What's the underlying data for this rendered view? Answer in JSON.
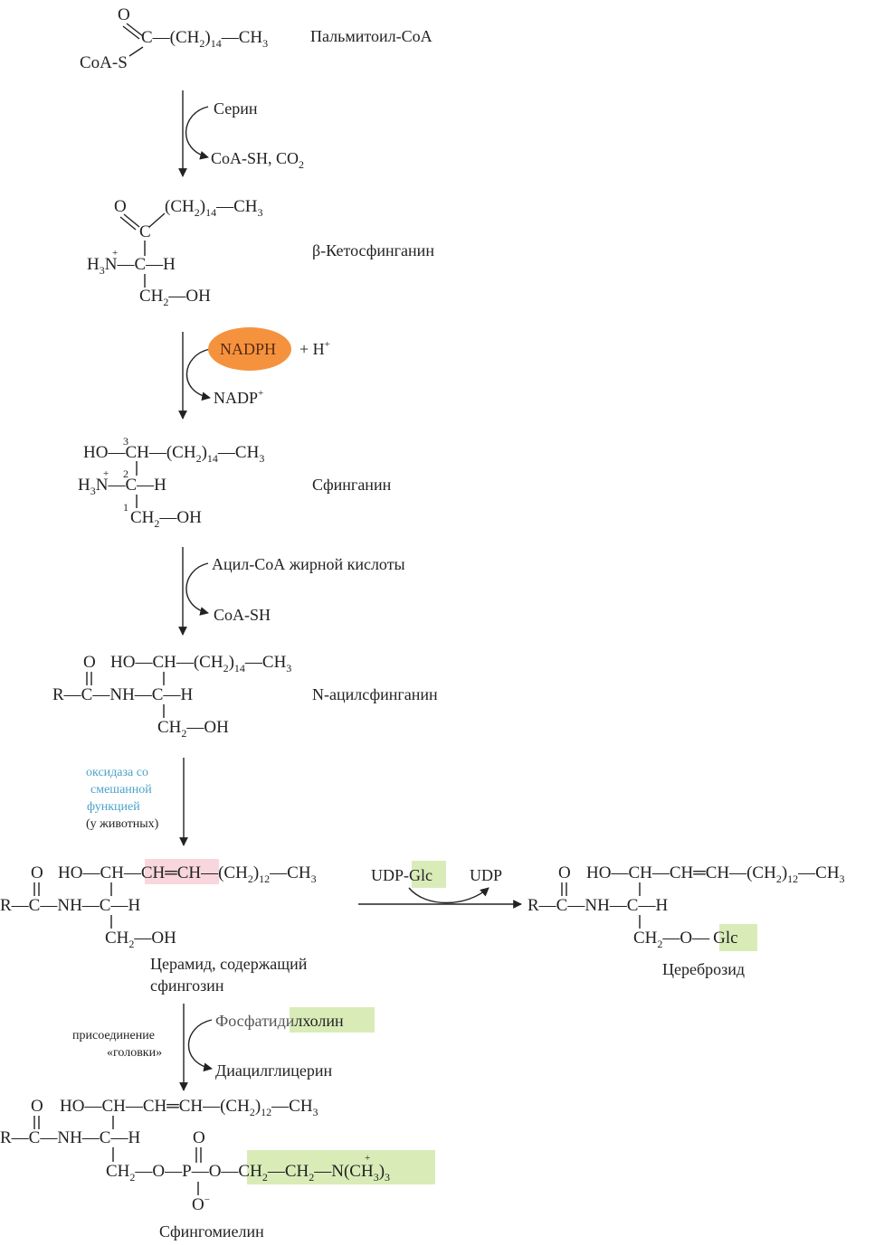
{
  "palmitoyl": {
    "o": "O",
    "c_chain": "C—(CH",
    "sub2": "2",
    "chain_close": ")",
    "n14": "14",
    "ch3_dash": "—CH",
    "sub3": "3",
    "coas": "CoA-S",
    "name": "Пальмитоил-СоА"
  },
  "step1": {
    "in": "Серин",
    "out_main": "CoA-SH, CO",
    "out_sub": "2"
  },
  "keto": {
    "o": "O",
    "chain_a": "(CH",
    "sub2": "2",
    "chain_b": ")",
    "n14": "14",
    "chain_c": "—CH",
    "sub3": "3",
    "c": "C",
    "h3": "H",
    "h3_sub": "3",
    "n": "N—",
    "plus": "+",
    "ch": "C—H",
    "ch2": "CH",
    "ch2_sub": "2",
    "oh": "—OH",
    "name": "β-Кетосфинганин"
  },
  "step2": {
    "cofactor": "NADPH",
    "h_plus_a": "+ H",
    "h_plus_b": "+",
    "out_a": "NADP",
    "out_b": "+"
  },
  "sphinganine": {
    "ho": "HO—",
    "ch": "CH—(CH",
    "sub2": "2",
    "close": ")",
    "n14": "14",
    "ch3": "—CH",
    "sub3": "3",
    "pos3": "3",
    "pos2": "2",
    "pos1": "1",
    "plus": "+",
    "h3": "H",
    "h3_sub": "3",
    "nch": "N—C—H",
    "ch2": "CH",
    "ch2_sub": "2",
    "oh": "—OH",
    "name": "Сфинганин"
  },
  "step3": {
    "in": "Ацил-СоА жирной кислоты",
    "out": "CoA-SH"
  },
  "acyl": {
    "o": "O",
    "ho": "HO—CH—(CH",
    "sub2": "2",
    "close": ")",
    "n14": "14",
    "ch3": "—CH",
    "sub3": "3",
    "row2": "R—C—NH—C—H",
    "ch2": "CH",
    "ch2_sub": "2",
    "oh": "—OH",
    "name": "N-ацилсфинганин"
  },
  "step4": {
    "enzyme_1": "оксидаза со",
    "enzyme_2": "смешанной",
    "enzyme_3": "функцией",
    "note": "(у животных)"
  },
  "ceramide": {
    "o": "O",
    "ho": "HO—CH—",
    "dbl": "CH═CH",
    "chain": "—(CH",
    "sub2": "2",
    "close": ")",
    "n12": "12",
    "ch3": "—CH",
    "sub3": "3",
    "row2": "R—C—NH—C—H",
    "ch2": "CH",
    "ch2_sub": "2",
    "oh": "—OH",
    "name_1": "Церамид, содержащий",
    "name_2": "сфингозин"
  },
  "step5": {
    "udp_glc_a": "UDP-",
    "udp_glc_b": "Glc",
    "udp": "UDP"
  },
  "cerebroside": {
    "o": "O",
    "row1": "HO—CH—CH═CH—(CH",
    "sub2": "2",
    "close": ")",
    "n12": "12",
    "ch3": "—CH",
    "sub3": "3",
    "row2": "R—C—NH—C—H",
    "ch2": "CH",
    "ch2_sub": "2",
    "o_link": "—O—",
    "glc": "Glc",
    "name": "Цереброзид"
  },
  "step6": {
    "note_1": "присоединение",
    "note_2": "«головки»",
    "in_a": "Фосфатиди",
    "in_b": "лхолин",
    "out": "Диацилглицерин"
  },
  "sphingomyelin": {
    "o": "O",
    "row1": "HO—CH—CH═CH—(CH",
    "sub2": "2",
    "close": ")",
    "n12": "12",
    "ch3": "—CH",
    "sub3": "3",
    "row2": "R—C—NH—C—H",
    "po": "O",
    "ch2": "CH",
    "ch2_sub": "2",
    "op": "—O—P—O",
    "head_a": "—CH",
    "head_sub_a": "2",
    "head_b": "—CH",
    "head_sub_b": "2",
    "head_c": "—N(CH",
    "head_sub_c": "3",
    "head_close": ")",
    "head_sub_d": "3",
    "n_plus": "+",
    "o_minus": "O",
    "minus": "−",
    "name": "Сфингомиелин"
  },
  "colors": {
    "nadph": "#f5923e",
    "highlight_green": "#d9ecb8",
    "highlight_pink": "#f9d6de",
    "enzyme_text": "#4aa3c8"
  }
}
